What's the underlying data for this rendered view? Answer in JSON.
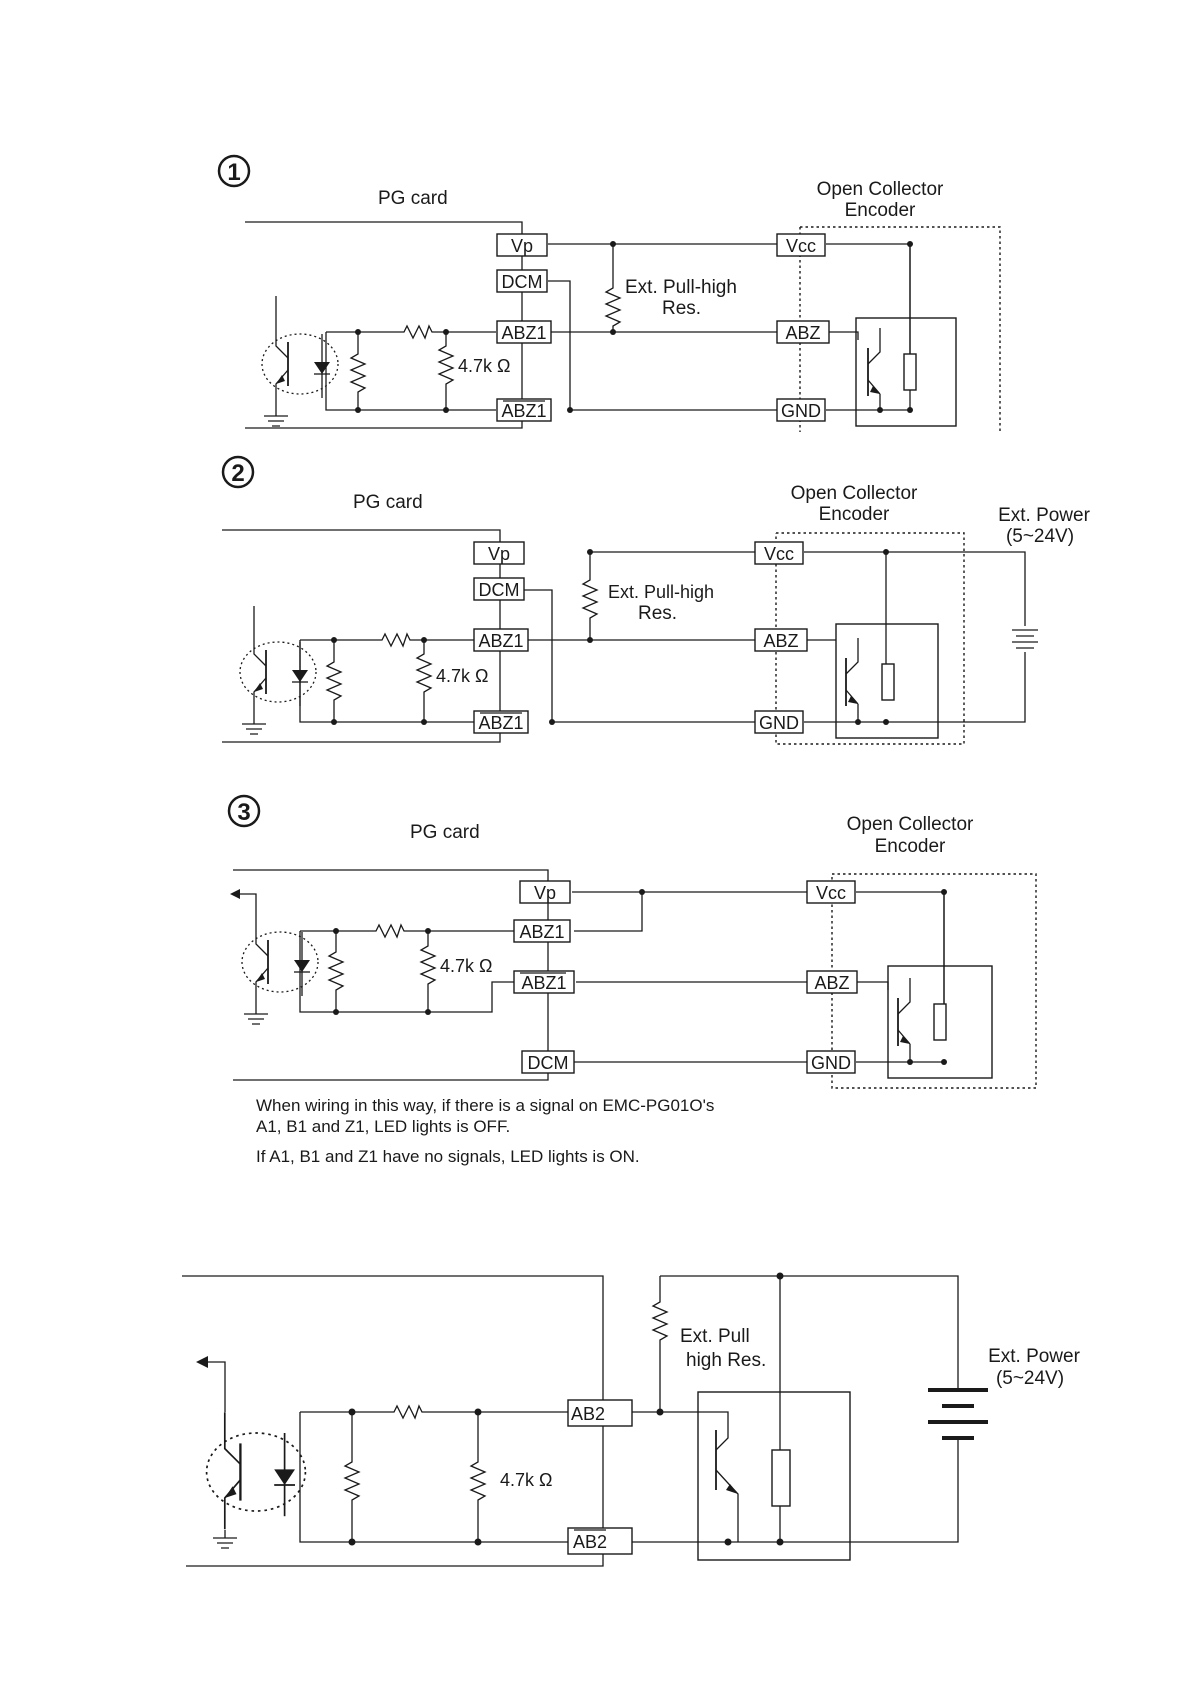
{
  "labels": {
    "pg_card": "PG card",
    "oc_encoder_1": "Open Collector",
    "oc_encoder_2": "Encoder",
    "ext_power": "Ext. Power",
    "ext_power_range": "(5~24V)",
    "pull_high_1": "Ext. Pull-high",
    "pull_high_2": "Res.",
    "pull_alt_1": "Ext. Pull",
    "pull_alt_2": "high Res.",
    "resistor": "4.7k Ω"
  },
  "sections": [
    {
      "number": "1"
    },
    {
      "number": "2"
    },
    {
      "number": "3"
    }
  ],
  "terminals": {
    "vp": "Vp",
    "dcm": "DCM",
    "abz1": "ABZ1",
    "abz1_bar": "ABZ1",
    "vcc": "Vcc",
    "abz": "ABZ",
    "gnd": "GND",
    "ab2": "AB2",
    "ab2_bar": "AB2"
  },
  "note": {
    "line1": "When wiring in this way, if there is a signal on EMC-PG01O's",
    "line2": "A1, B1 and Z1, LED lights is OFF.",
    "line3": "If A1, B1 and Z1 have no signals, LED lights is ON."
  }
}
